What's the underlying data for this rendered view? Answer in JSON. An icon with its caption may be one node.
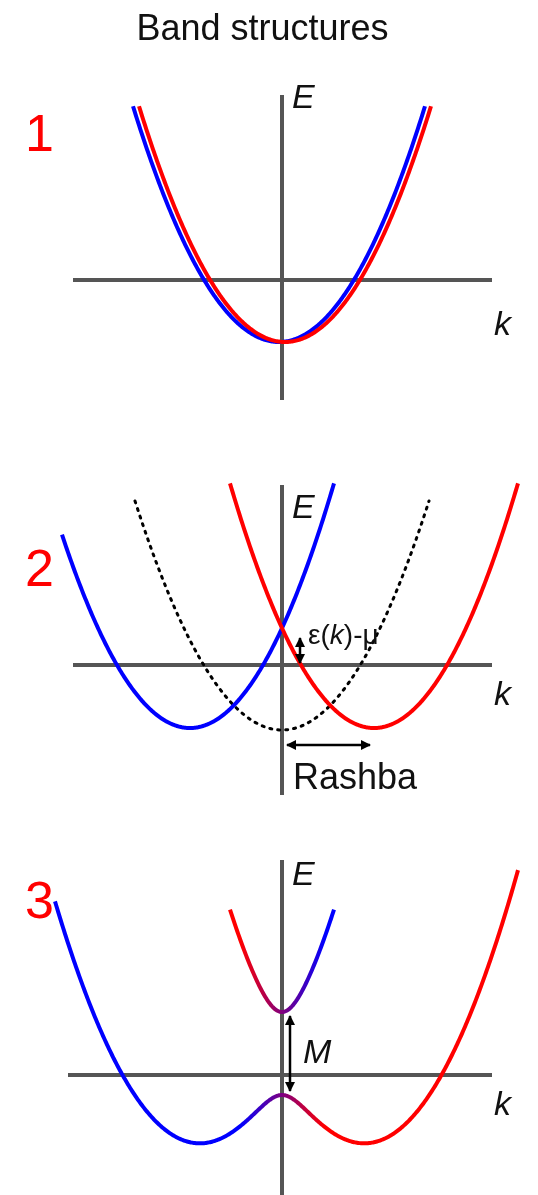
{
  "diagram": {
    "title": "Band structures",
    "labels": [
      "1",
      "E",
      "k",
      "2",
      "E",
      "ε(*k*)-μ",
      "k",
      "Rashba",
      "3",
      "E",
      "M",
      "k"
    ]
  }
}
